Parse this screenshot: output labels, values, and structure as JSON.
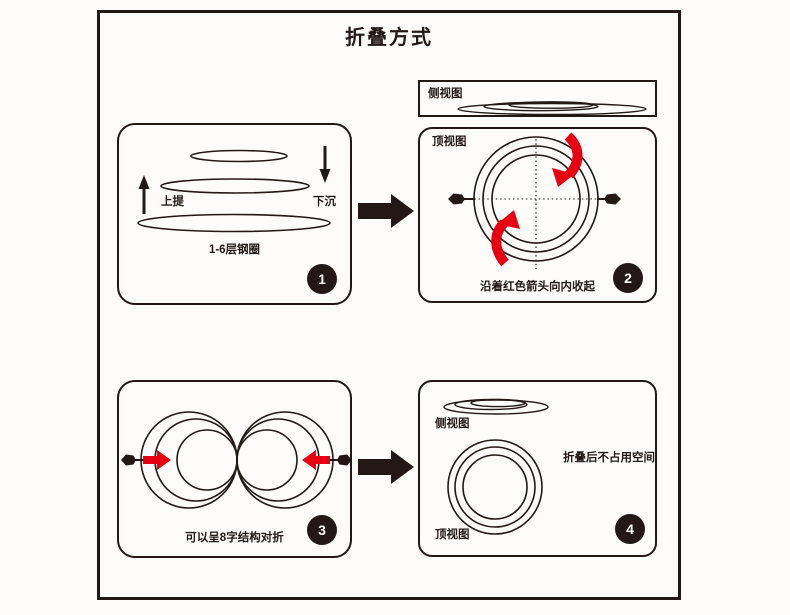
{
  "title": "折叠方式",
  "colors": {
    "ink": "#231815",
    "red": "#e60012",
    "background": "#fefcfb"
  },
  "step1": {
    "badge": "1",
    "lift_label": "上提",
    "sink_label": "下沉",
    "caption": "1-6层钢圈"
  },
  "top_side_view": {
    "label": "侧视图"
  },
  "step2": {
    "badge": "2",
    "view_label": "顶视图",
    "caption": "沿着红色箭头向内收起"
  },
  "step3": {
    "badge": "3",
    "caption": "可以呈8字结构对折"
  },
  "step4": {
    "badge": "4",
    "side_view_label": "侧视图",
    "top_view_label": "顶视图",
    "note": "折叠后不占用空间"
  }
}
